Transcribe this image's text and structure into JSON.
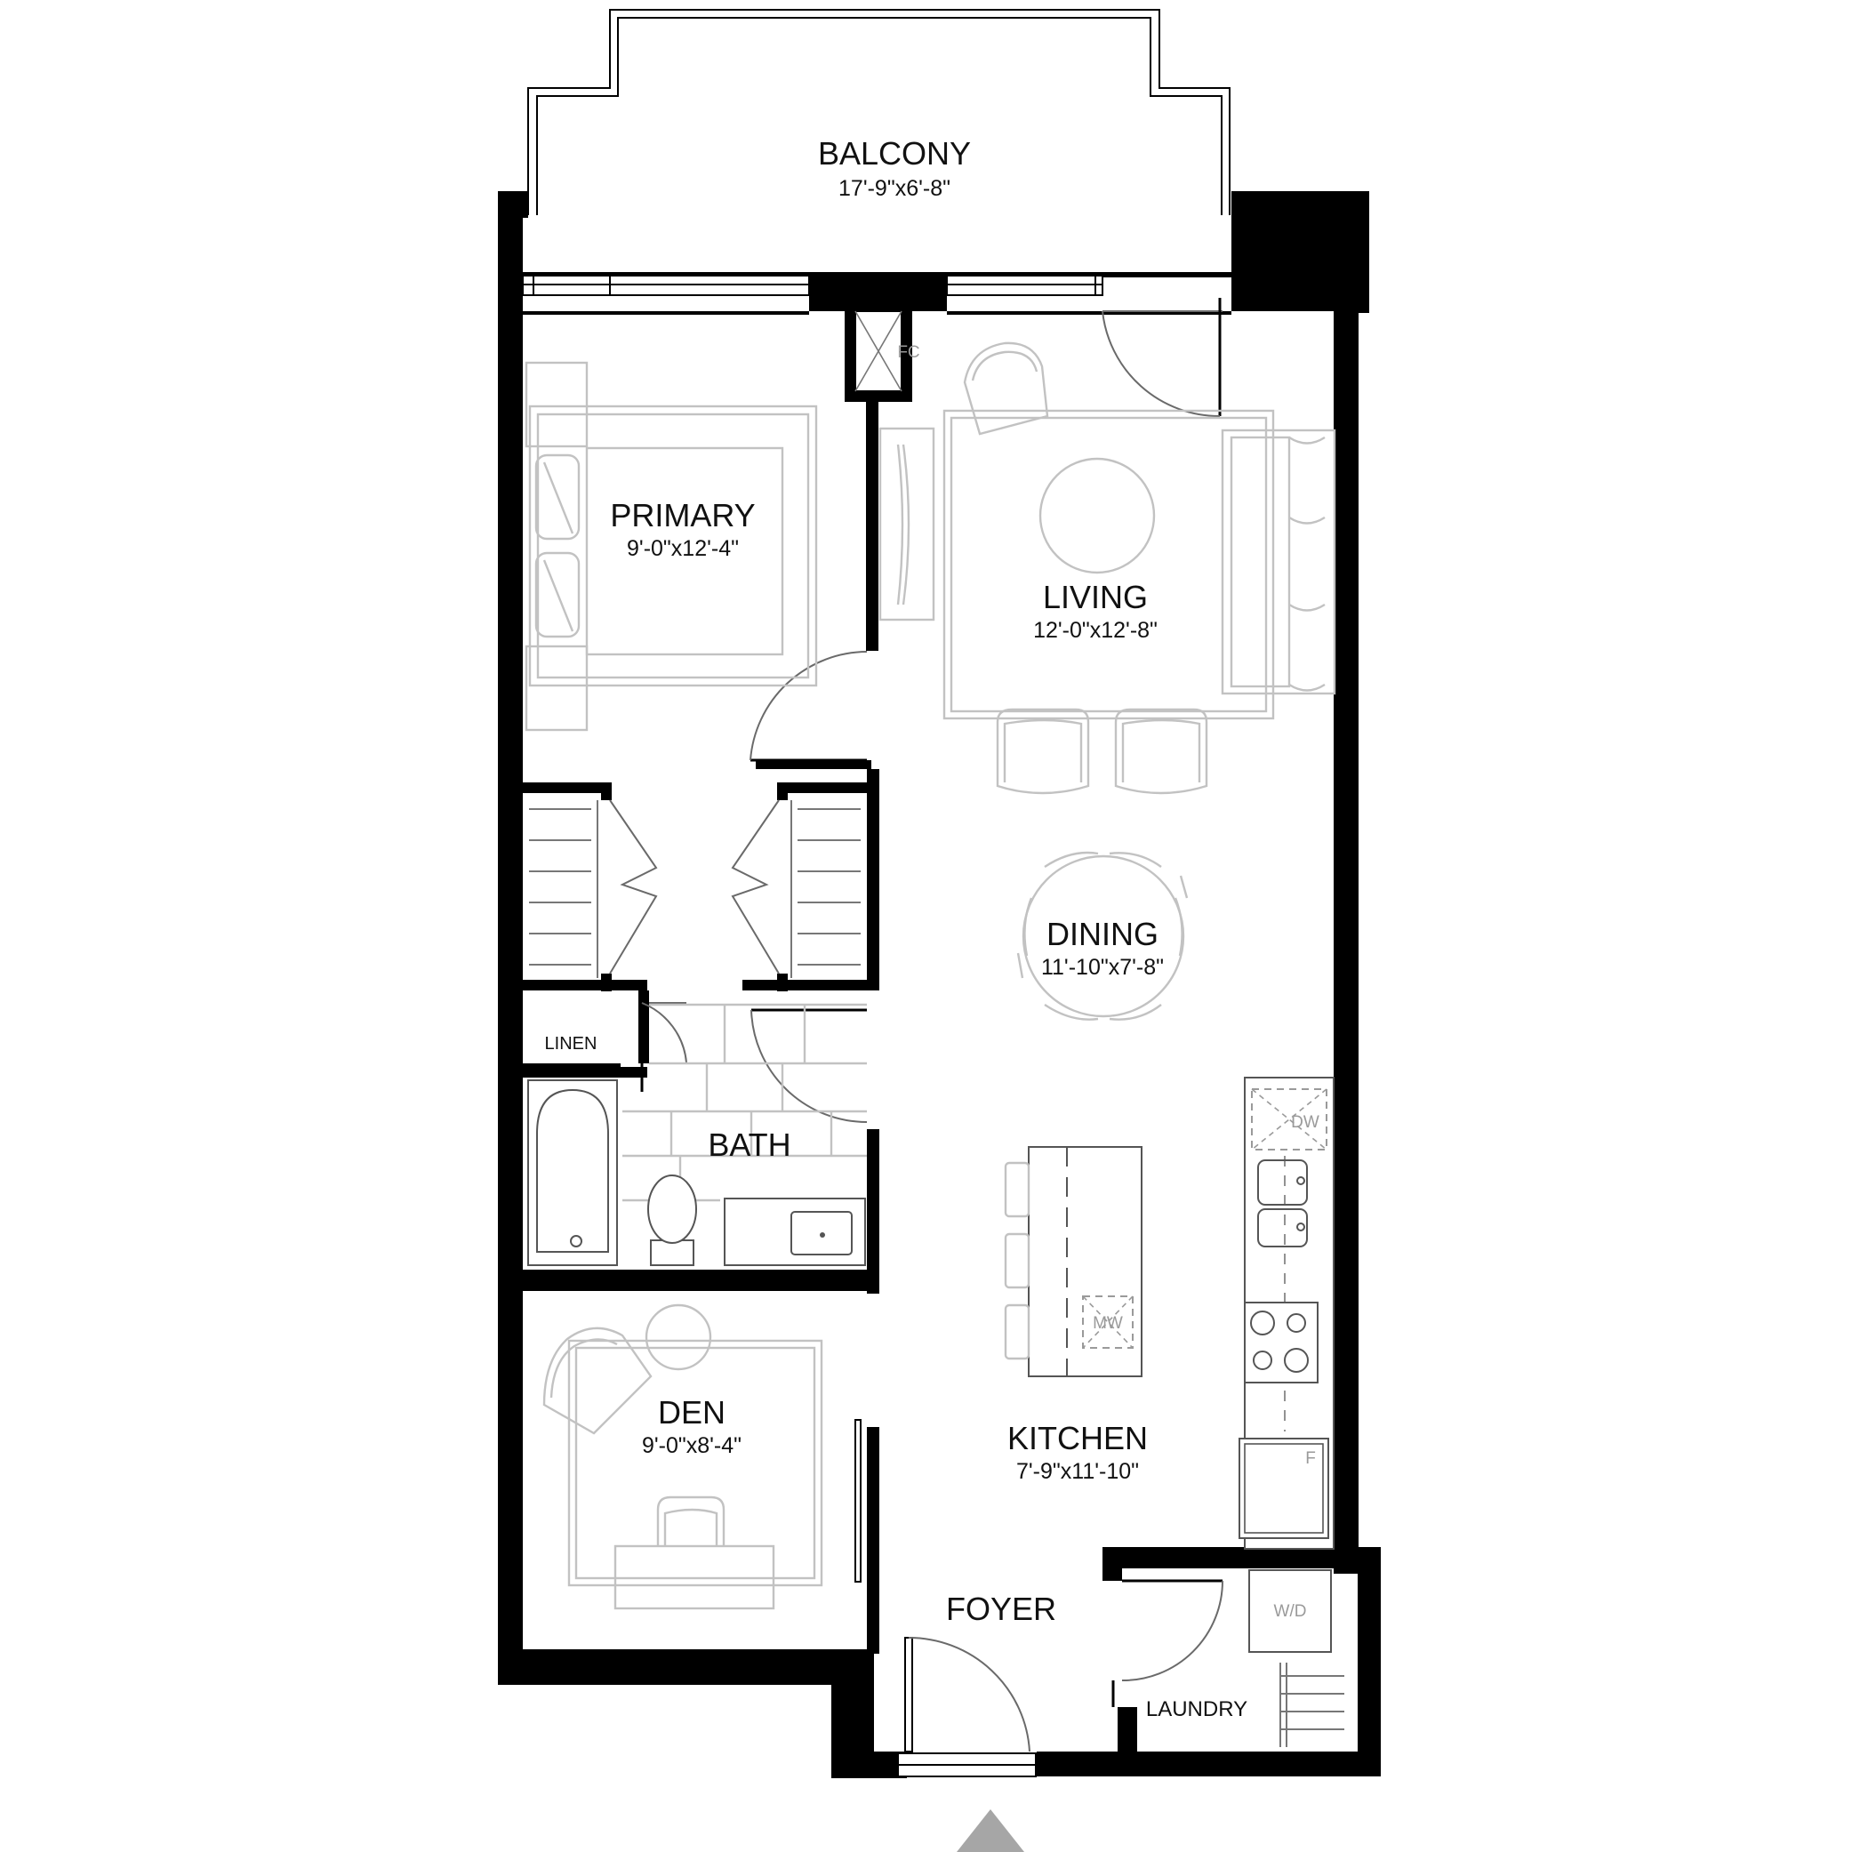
{
  "rooms": {
    "balcony": {
      "name": "BALCONY",
      "dims": "17'-9\"x6'-8\""
    },
    "primary": {
      "name": "PRIMARY",
      "dims": "9'-0\"x12'-4\""
    },
    "living": {
      "name": "LIVING",
      "dims": "12'-0\"x12'-8\""
    },
    "dining": {
      "name": "DINING",
      "dims": "11'-10\"x7'-8\""
    },
    "bath": {
      "name": "BATH"
    },
    "linen": {
      "name": "LINEN"
    },
    "den": {
      "name": "DEN",
      "dims": "9'-0\"x8'-4\""
    },
    "kitchen": {
      "name": "KITCHEN",
      "dims": "7'-9\"x11'-10\""
    },
    "foyer": {
      "name": "FOYER"
    },
    "laundry": {
      "name": "LAUNDRY"
    }
  },
  "appliances": {
    "fireplace": "FC",
    "dishwasher": "DW",
    "microwave": "MW",
    "fridge": "F",
    "washer_dryer": "W/D"
  },
  "icons": {
    "entry_marker": "triangle-up-icon"
  },
  "colors": {
    "wall": "#000000",
    "furniture": "#c2c2c2",
    "marker": "#a6a6a6"
  }
}
